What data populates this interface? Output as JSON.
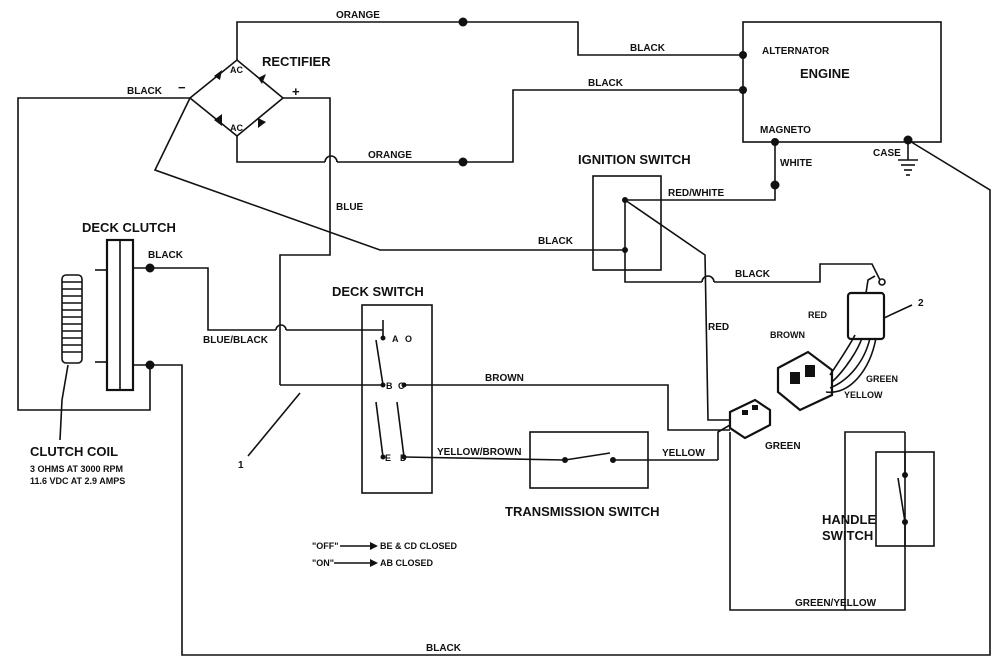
{
  "titles": {
    "rectifier": "RECTIFIER",
    "alternator": "ALTERNATOR",
    "engine": "ENGINE",
    "magneto": "MAGNETO",
    "case": "CASE",
    "ignition_switch": "IGNITION SWITCH",
    "deck_clutch": "DECK CLUTCH",
    "deck_switch": "DECK SWITCH",
    "clutch_coil": "CLUTCH COIL",
    "transmission_switch": "TRANSMISSION SWITCH",
    "handle_switch_1": "HANDLE",
    "handle_switch_2": "SWITCH"
  },
  "specs": {
    "clutch_coil_1": "3 OHMS AT 3000 RPM",
    "clutch_coil_2": "11.6 VDC AT 2.9 AMPS"
  },
  "wires": {
    "orange_top": "ORANGE",
    "orange_bottom": "ORANGE",
    "black_alt": "BLACK",
    "black_engine": "BLACK",
    "black_left": "BLACK",
    "black_ign": "BLACK",
    "black_ign_right": "BLACK",
    "black_clutch": "BLACK",
    "black_bottom": "BLACK",
    "blue": "BLUE",
    "blue_black": "BLUE/BLACK",
    "white": "WHITE",
    "red_white": "RED/WHITE",
    "red": "RED",
    "brown": "BROWN",
    "yellow_brown": "YELLOW/BROWN",
    "yellow": "YELLOW",
    "green": "GREEN",
    "green_yellow": "GREEN/YELLOW"
  },
  "connector": {
    "red": "RED",
    "brown": "BROWN",
    "green": "GREEN",
    "yellow": "YELLOW",
    "callout_2": "2"
  },
  "rectifier": {
    "ac_top": "AC",
    "ac_bottom": "AC",
    "minus": "−",
    "plus": "+"
  },
  "deck_switch": {
    "a": "A",
    "o": "O",
    "b": "B",
    "c": "C",
    "e": "E",
    "d": "D"
  },
  "callout_1": "1",
  "legend": {
    "off_label": "\"OFF\"",
    "off_text": "BE & CD CLOSED",
    "on_label": "\"ON\"",
    "on_text": "AB CLOSED"
  }
}
